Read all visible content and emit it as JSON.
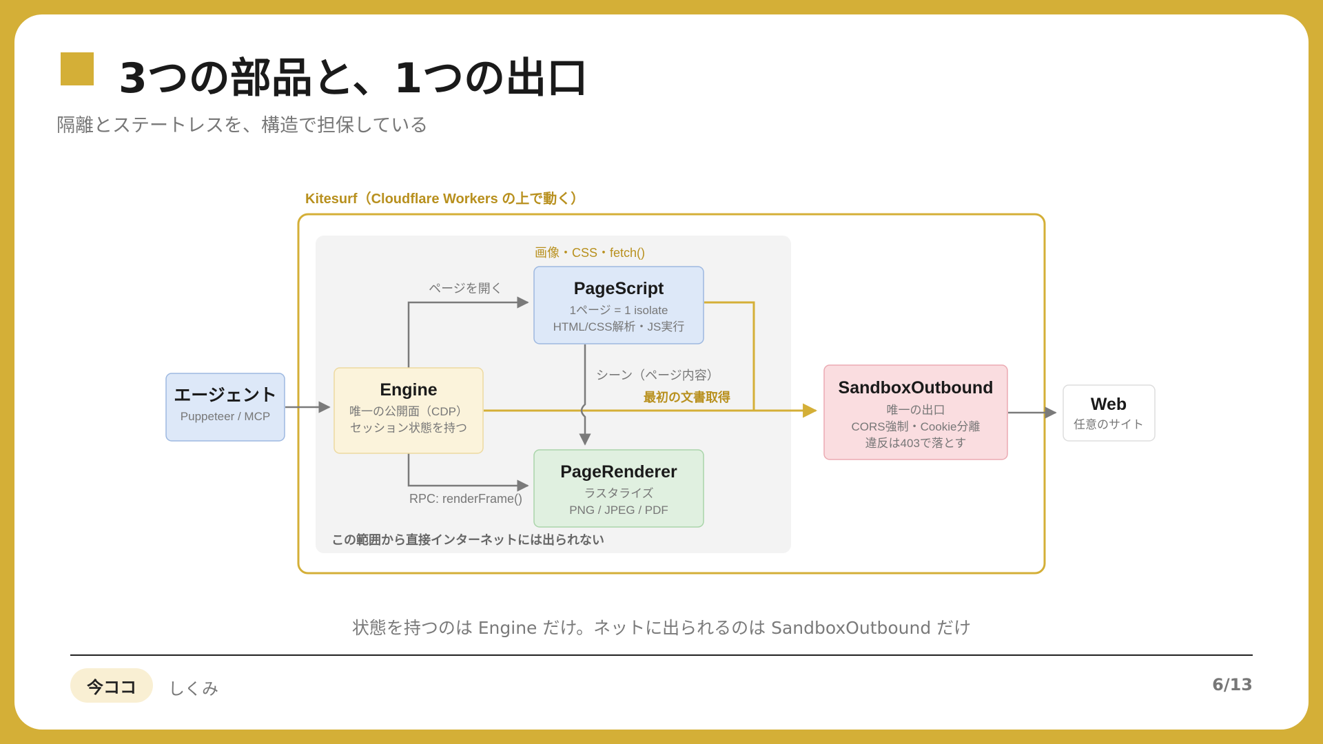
{
  "slide": {
    "title": "3つの部品と、1つの出口",
    "subtitle": "隔離とステートレスを、構造で担保している",
    "caption": "状態を持つのは Engine だけ。ネットに出られるのは SandboxOutbound だけ"
  },
  "diagram": {
    "outer_label": "Kitesurf（Cloudflare Workers の上で動く）",
    "inner_note": "この範囲から直接インターネットには出られない",
    "nodes": {
      "agent": {
        "title": "エージェント",
        "sub1": "Puppeteer / MCP"
      },
      "engine": {
        "title": "Engine",
        "sub1": "唯一の公開面（CDP）",
        "sub2": "セッション状態を持つ"
      },
      "pagescript": {
        "title": "PageScript",
        "sub1": "1ページ = 1 isolate",
        "sub2": "HTML/CSS解析・JS実行"
      },
      "pagerenderer": {
        "title": "PageRenderer",
        "sub1": "ラスタライズ",
        "sub2": "PNG / JPEG / PDF"
      },
      "sandbox": {
        "title": "SandboxOutbound",
        "sub1": "唯一の出口",
        "sub2": "CORS強制・Cookie分離",
        "sub3": "違反は403で落とす"
      },
      "web": {
        "title": "Web",
        "sub1": "任意のサイト"
      }
    },
    "edges": {
      "open_page": "ページを開く",
      "render_rpc": "RPC: renderFrame()",
      "scene": "シーン（ページ内容）",
      "first_doc": "最初の文書取得",
      "assets": "画像・CSS・fetch()"
    },
    "colors": {
      "accent": "#D4AF37",
      "accent_text": "#B8901E",
      "agent_fill": "#DDE8F8",
      "engine_fill": "#FBF3DB",
      "pagescript_fill": "#DDE8F8",
      "pagerenderer_fill": "#E0F0E0",
      "sandbox_fill": "#FADDE0",
      "inner_fill": "#F3F3F3"
    }
  },
  "footer": {
    "current_label": "今ココ",
    "section": "しくみ",
    "page": "6/13"
  }
}
